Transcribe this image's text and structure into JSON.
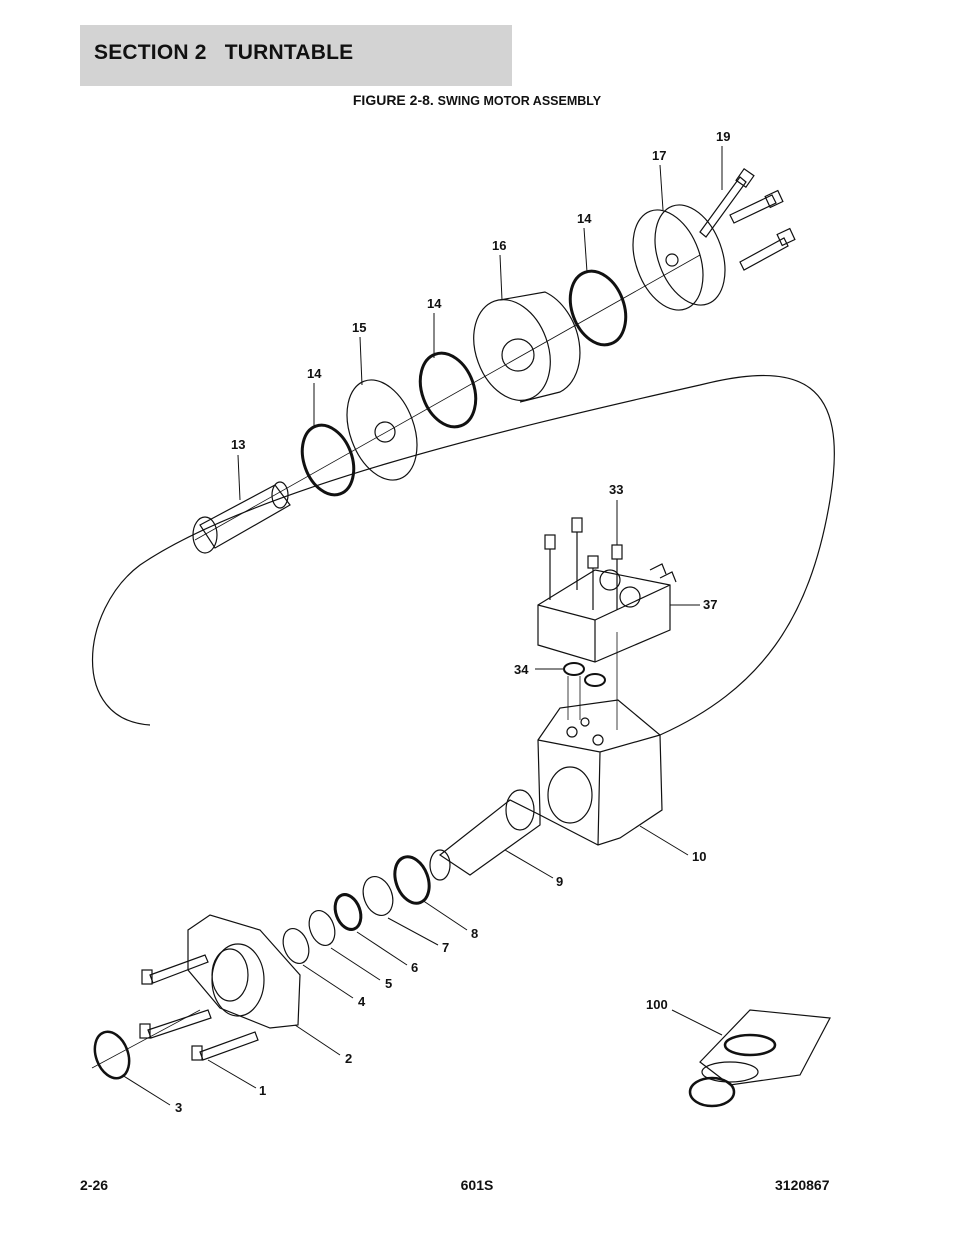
{
  "header": {
    "section": "SECTION 2",
    "title": "TURNTABLE"
  },
  "figure": {
    "number": "FIGURE 2-8.",
    "title": "SWING MOTOR ASSEMBLY"
  },
  "callouts": [
    "19",
    "17",
    "14",
    "16",
    "14",
    "15",
    "14",
    "13",
    "33",
    "37",
    "34",
    "10",
    "9",
    "8",
    "7",
    "6",
    "5",
    "4",
    "2",
    "1",
    "3",
    "100"
  ],
  "footer": {
    "page": "2-26",
    "model": "601S",
    "doc": "3120867"
  }
}
